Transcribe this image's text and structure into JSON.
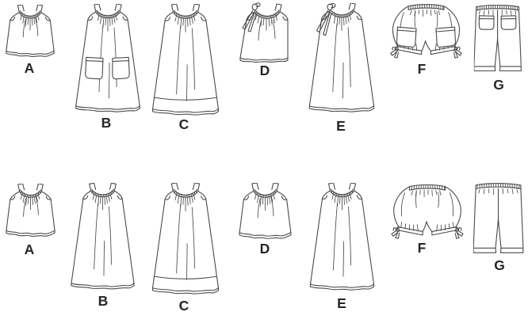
{
  "page": {
    "background_color": "#ffffff",
    "line_color": "#4a4a4a",
    "label_color": "#262626"
  },
  "rows": [
    {
      "name": "front-views",
      "garments": [
        {
          "label": "A",
          "icon": "gathered-top-icon"
        },
        {
          "label": "B",
          "icon": "pocket-dress-icon"
        },
        {
          "label": "C",
          "icon": "hem-band-dress-icon"
        },
        {
          "label": "D",
          "icon": "shoulder-tie-top-icon"
        },
        {
          "label": "E",
          "icon": "shoulder-tie-dress-icon"
        },
        {
          "label": "F",
          "icon": "pocket-bloomers-icon"
        },
        {
          "label": "G",
          "icon": "pocket-pants-icon"
        }
      ]
    },
    {
      "name": "back-views",
      "garments": [
        {
          "label": "A",
          "icon": "gathered-top-icon"
        },
        {
          "label": "B",
          "icon": "plain-dress-icon"
        },
        {
          "label": "C",
          "icon": "hem-band-dress-icon"
        },
        {
          "label": "D",
          "icon": "gathered-top-icon"
        },
        {
          "label": "E",
          "icon": "plain-dress-icon"
        },
        {
          "label": "F",
          "icon": "bloomers-icon"
        },
        {
          "label": "G",
          "icon": "pants-icon"
        }
      ]
    }
  ]
}
